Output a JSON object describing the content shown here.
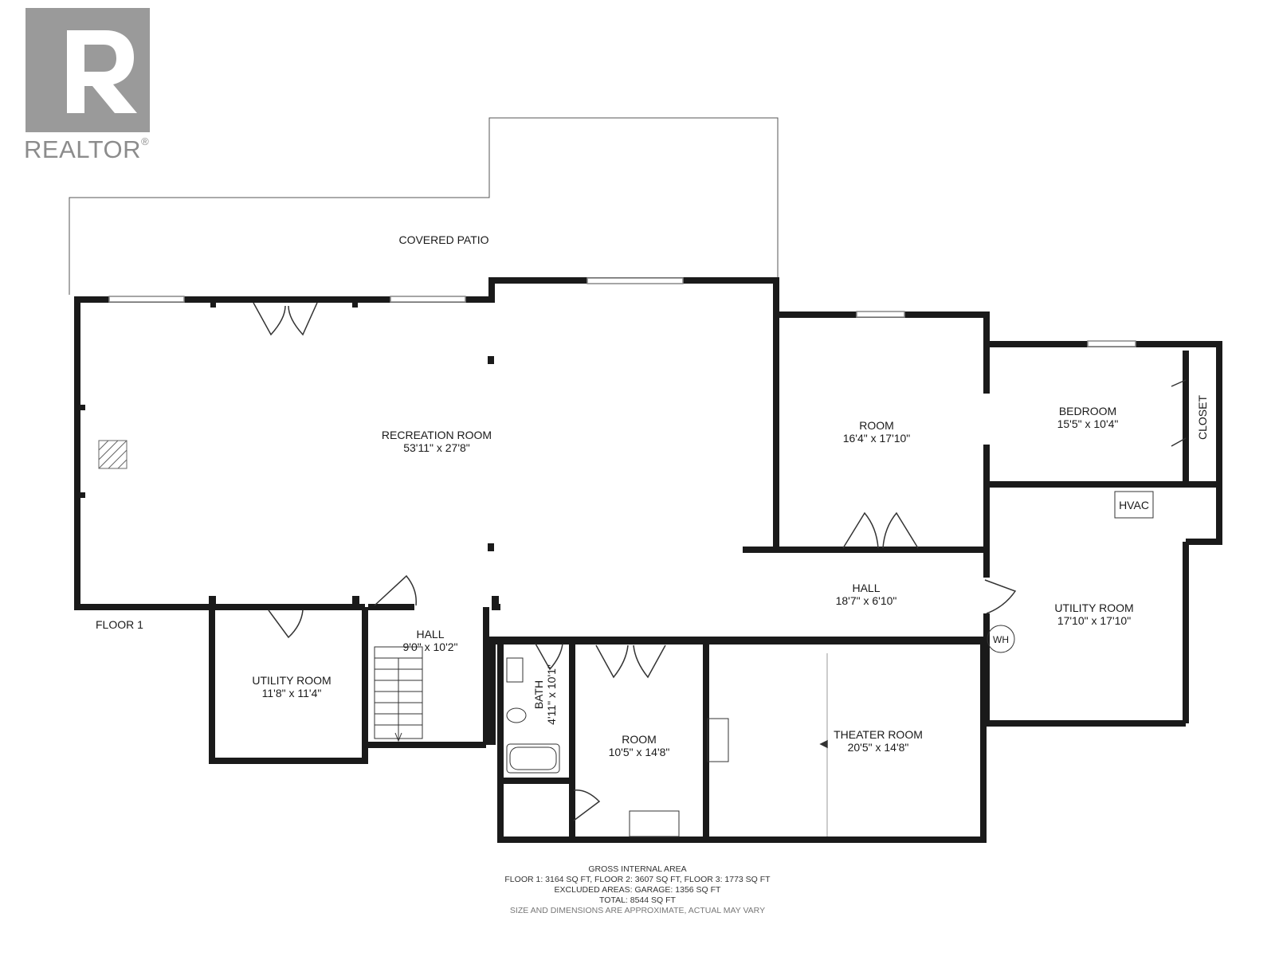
{
  "logo": {
    "wordmark": "REALTOR",
    "registered": "®"
  },
  "rooms": {
    "covered_patio": {
      "name": "COVERED PATIO"
    },
    "recreation_room": {
      "name": "RECREATION ROOM",
      "dims": "53'11\" x 27'8\""
    },
    "room_upper": {
      "name": "ROOM",
      "dims": "16'4\" x 17'10\""
    },
    "bedroom": {
      "name": "BEDROOM",
      "dims": "15'5\" x 10'4\""
    },
    "closet": {
      "name": "CLOSET"
    },
    "hvac": {
      "name": "HVAC"
    },
    "hall_main": {
      "name": "HALL",
      "dims": "18'7\" x 6'10\""
    },
    "utility_room_right": {
      "name": "UTILITY ROOM",
      "dims": "17'10\" x 17'10\""
    },
    "water_heater": {
      "name": "WH"
    },
    "floor_label": {
      "name": "FLOOR 1"
    },
    "utility_room_left": {
      "name": "UTILITY ROOM",
      "dims": "11'8\" x 11'4\""
    },
    "hall_stairs": {
      "name": "HALL",
      "dims": "9'0\" x 10'2\""
    },
    "bath": {
      "name": "BATH",
      "dims": "4'11\" x 10'1\""
    },
    "room_lower": {
      "name": "ROOM",
      "dims": "10'5\" x 14'8\""
    },
    "theater_room": {
      "name": "THEATER ROOM",
      "dims": "20'5\" x 14'8\""
    }
  },
  "area_notes": {
    "heading": "GROSS INTERNAL AREA",
    "floors": "FLOOR 1: 3164 SQ FT, FLOOR 2: 3607 SQ FT, FLOOR 3: 1773 SQ FT",
    "excluded": "EXCLUDED AREAS: GARAGE: 1356 SQ FT",
    "total": "TOTAL: 8544 SQ FT",
    "disclaimer": "SIZE AND DIMENSIONS ARE APPROXIMATE, ACTUAL MAY VARY"
  },
  "colors": {
    "wall": "#1a1a1a",
    "logo_gray": "#9a9a9a",
    "window": "#bbbbbb"
  }
}
